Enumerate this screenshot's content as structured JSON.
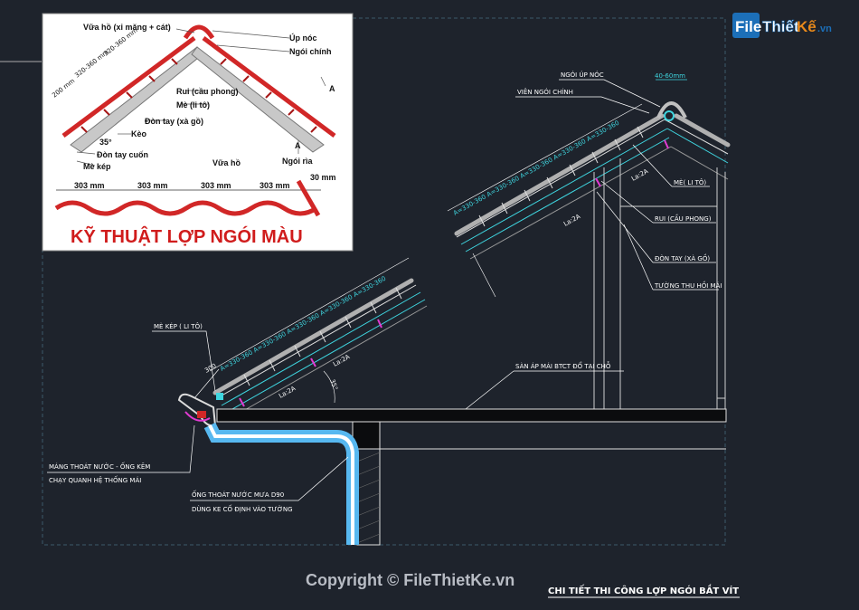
{
  "inset": {
    "title": "KỸ THUẬT LỢP NGÓI MÀU",
    "labels": {
      "vua_ho_top": "Vữa hồ (xi măng + cát)",
      "up_noc": "Úp nóc",
      "ngoi_chinh": "Ngói chính",
      "rui": "Rui (cầu phong)",
      "me": "Mè (li tô)",
      "don_tay": "Đòn tay (xà gồ)",
      "keo": "Kèo",
      "angle": "35°",
      "don_tay_cuon": "Đòn tay cuốn",
      "me_kep": "Mè kép",
      "vua_ho": "Vữa hồ",
      "ngoi_ria": "Ngói rìa",
      "a1": "A",
      "a2": "A",
      "dim_200": "200 mm",
      "dim_320a": "320-360 mm",
      "dim_320b": "320-360 mm",
      "dim_30": "30 mm",
      "dim_303": [
        "303 mm",
        "303 mm",
        "303 mm",
        "303 mm"
      ]
    }
  },
  "drawing": {
    "labels": {
      "ngoi_up_noc": "NGÓI ÚP NÓC",
      "vien_ngoi_chinh": "VIÊN NGÓI CHÍNH",
      "dim_40_60": "40-60mm",
      "me_li_to": "MÈ( LI TÔ)",
      "rui_cau_phong": "RUI (CẦU PHONG)",
      "don_tay_xa_go": "ĐÒN TAY (XÀ GỒ)",
      "tuong_thu_hoi": "TƯỜNG THU HỒI MÁI",
      "san_ap_mai": "SÀN ÁP MÁI BTCT ĐỔ TẠI CHỖ",
      "me_kep_li_to": "MÈ KÉP ( LI TÔ)",
      "mang_thoat_nuoc_1": "MÁNG THOÁT NƯỚC - ỐNG KẼM",
      "mang_thoat_nuoc_2": "CHẠY QUANH HỆ THỐNG MÁI",
      "ong_thoat_nuoc_1": "ỐNG THOÁT NƯỚC MƯA D90",
      "ong_thoat_nuoc_2": "DÙNG KE CỐ ĐỊNH VÀO TƯỜNG",
      "dim_300": "300",
      "dim_la2a_1": "La:2A",
      "dim_la2a_2": "La:2A",
      "dim_la2a_3": "La:2A",
      "dim_la2a_4": "La:2A",
      "dim_35": "35°",
      "spacing_lower": "A=330-360 A=330-360 A=330-360 A=330-360 A=330-360",
      "spacing_upper": "A=330-360 A=330-360 A=330-360 A=330-360 A=330-360"
    },
    "title": "CHI TIẾT THI CÔNG LỢP NGÓI BẮT VÍT"
  },
  "watermark": {
    "logo_file": "File",
    "logo_thiet": "Thiết",
    "logo_ke": "Kế",
    "logo_vn": ".vn",
    "copyright": "Copyright © FileThietKe.vn"
  },
  "colors": {
    "background": "#1e232c",
    "cyan": "#3fd6e0",
    "pipe": "#57b8f0",
    "magenta": "#e23bd3",
    "red_title": "#d01c1c"
  }
}
